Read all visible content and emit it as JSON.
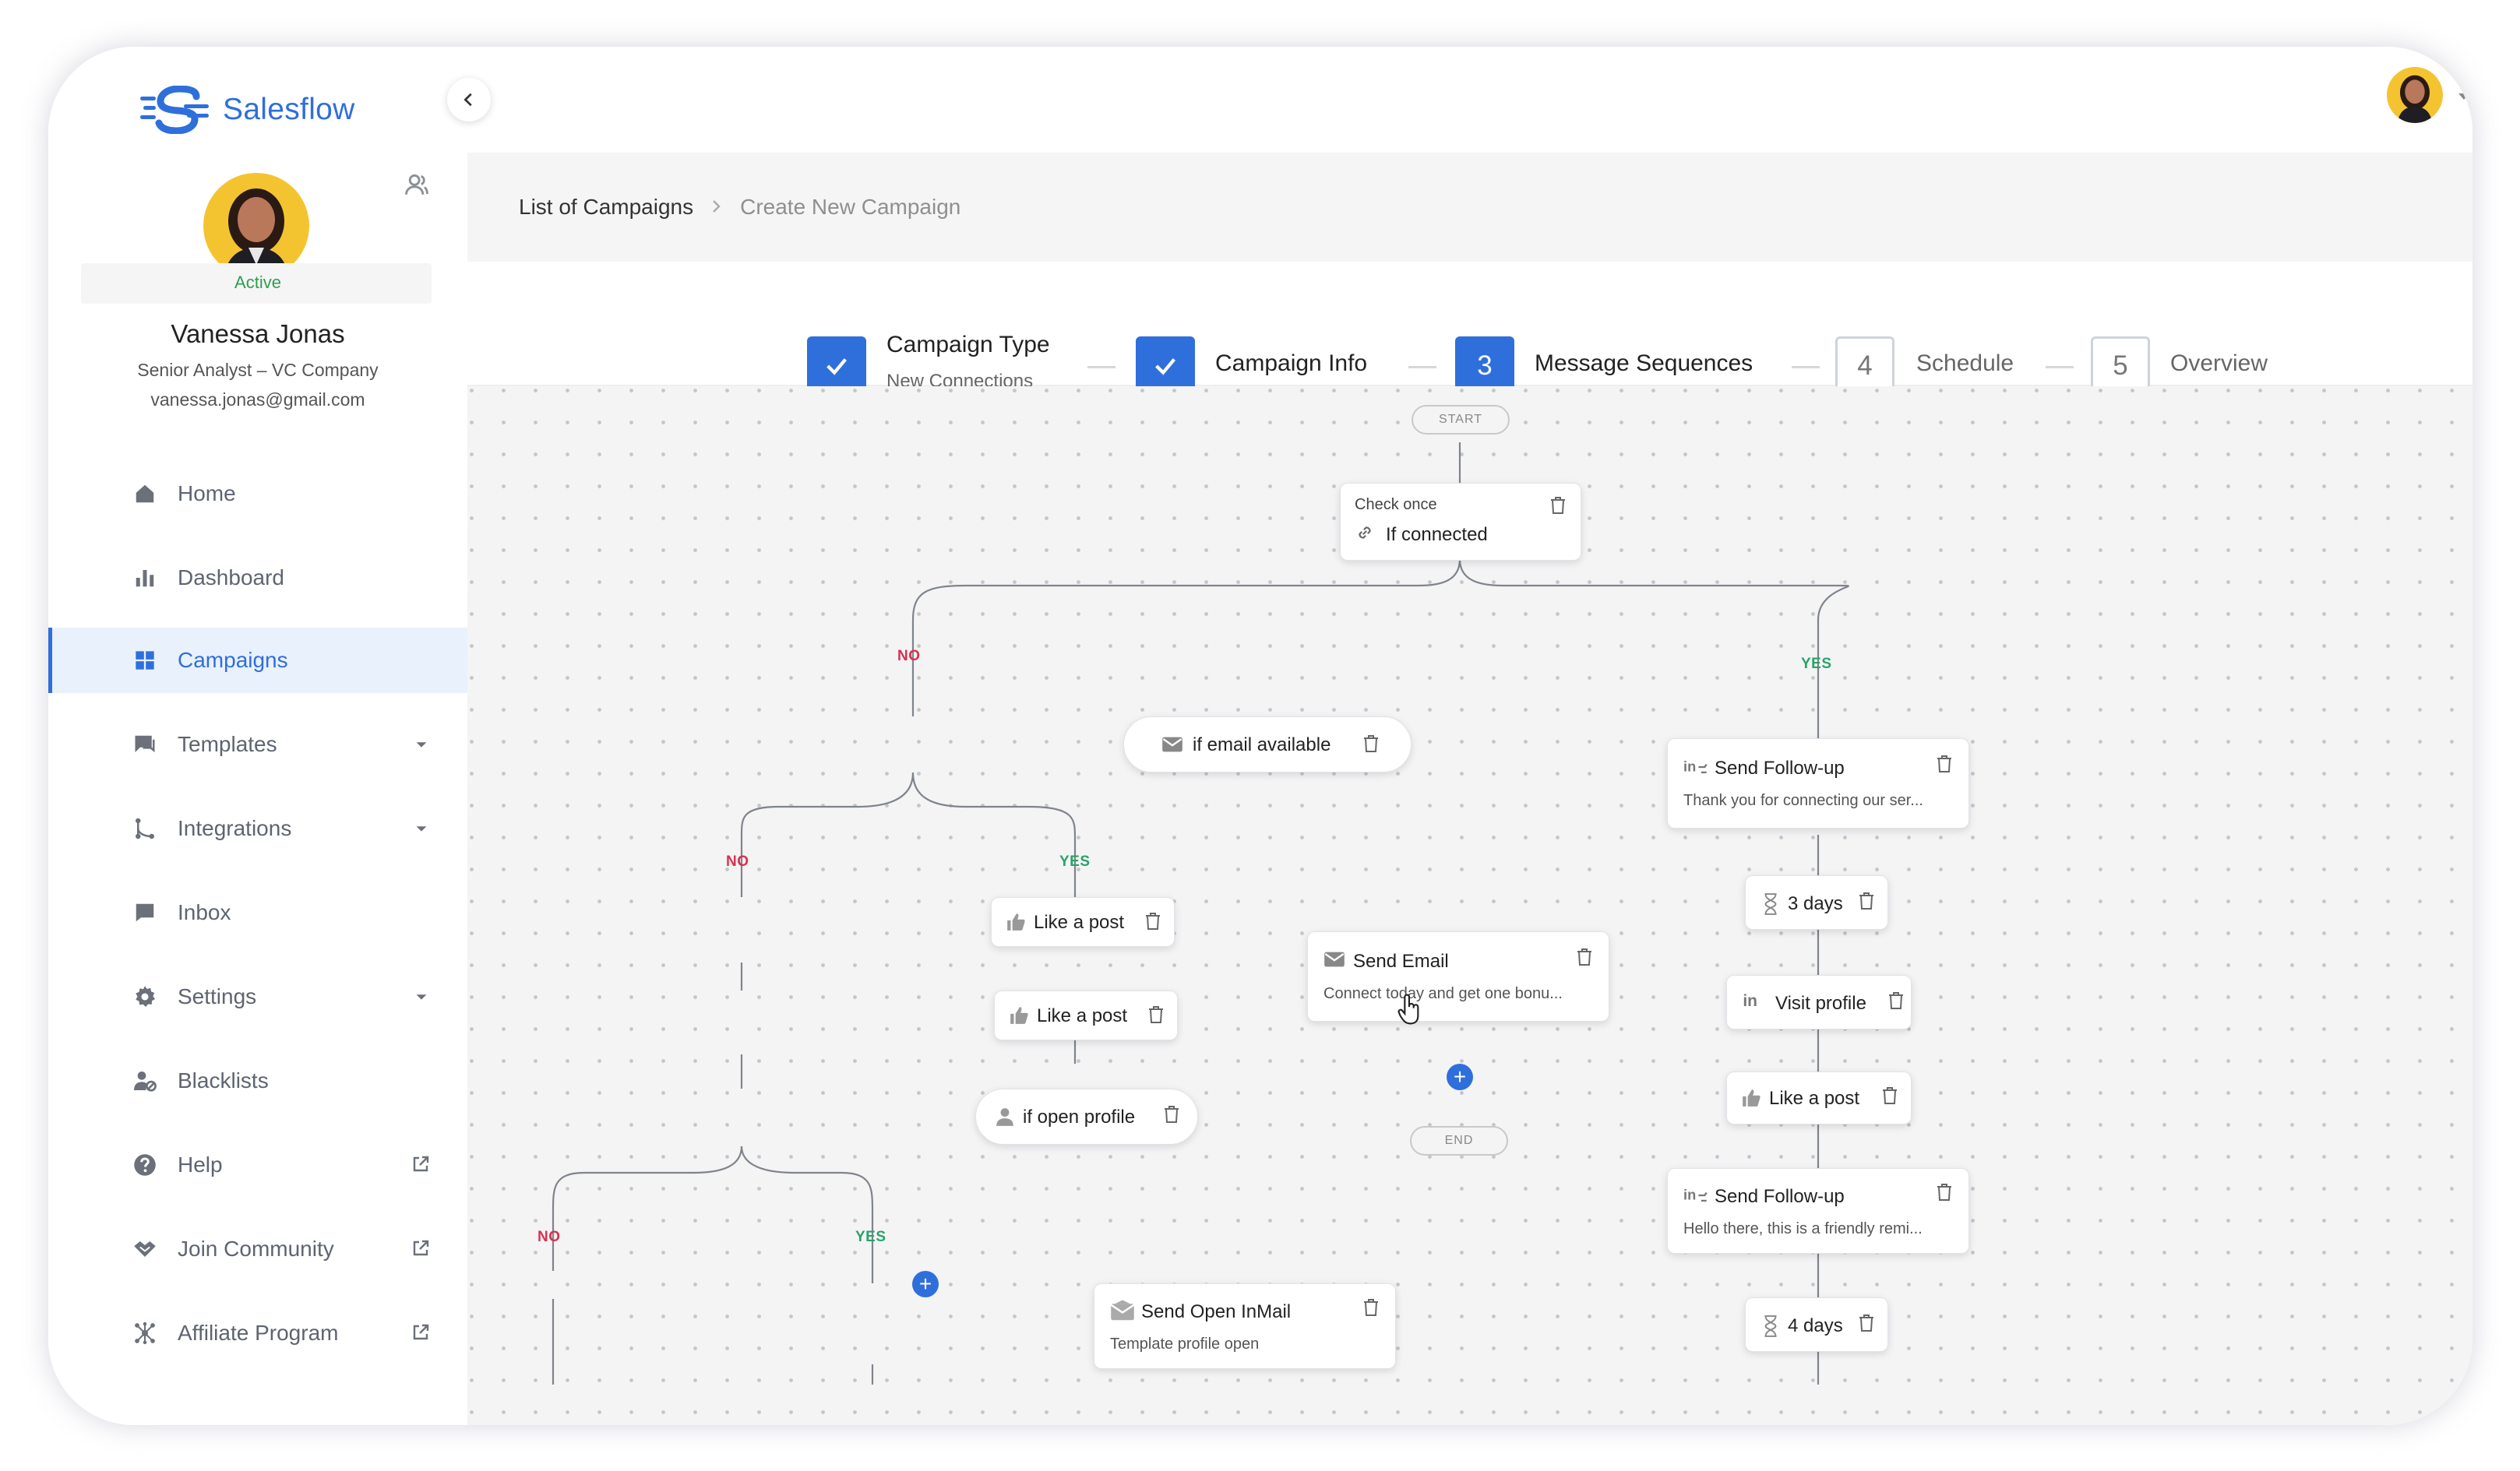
{
  "brand": {
    "name": "Salesflow",
    "accent": "#2f6fdc"
  },
  "profile": {
    "status": "Active",
    "name": "Vanessa Jonas",
    "role": "Senior Analyst – VC Company",
    "email": "vanessa.jonas@gmail.com"
  },
  "nav": [
    {
      "label": "Home",
      "icon": "home-icon"
    },
    {
      "label": "Dashboard",
      "icon": "bar-chart-icon"
    },
    {
      "label": "Campaigns",
      "icon": "grid-icon",
      "active": true
    },
    {
      "label": "Templates",
      "icon": "message-icon",
      "trailing": "chevron-down-icon"
    },
    {
      "label": "Integrations",
      "icon": "integration-icon",
      "trailing": "chevron-down-icon"
    },
    {
      "label": "Inbox",
      "icon": "inbox-icon"
    },
    {
      "label": "Settings",
      "icon": "gear-icon",
      "trailing": "chevron-down-icon"
    },
    {
      "label": "Blacklists",
      "icon": "user-block-icon"
    },
    {
      "label": "Help",
      "icon": "help-icon",
      "trailing": "external-link-icon"
    },
    {
      "label": "Join Community",
      "icon": "community-icon",
      "trailing": "external-link-icon"
    },
    {
      "label": "Affiliate Program",
      "icon": "affiliate-icon",
      "trailing": "external-link-icon"
    }
  ],
  "breadcrumb": {
    "parent": "List of Campaigns",
    "current": "Create New Campaign"
  },
  "steps": [
    {
      "marker": "check",
      "title": "Campaign Type",
      "subtitle": "New Connections",
      "state": "done"
    },
    {
      "marker": "check",
      "title": "Campaign Info",
      "state": "done"
    },
    {
      "marker": "3",
      "title": "Message Sequences",
      "state": "current"
    },
    {
      "marker": "4",
      "title": "Schedule",
      "state": "todo"
    },
    {
      "marker": "5",
      "title": "Overview",
      "state": "todo"
    }
  ],
  "flow": {
    "start": "START",
    "end": "END",
    "check": {
      "label": "Check once",
      "title": "If connected"
    },
    "no": "NO",
    "yes": "YES",
    "email_available": "if email available",
    "like_post": "Like a post",
    "open_profile": "if open profile",
    "send_open_inmail": {
      "title": "Send Open InMail",
      "sub": "Template profile open"
    },
    "send_email": {
      "title": "Send Email",
      "sub": "Connect today and get one bonu..."
    },
    "followup1": {
      "title": "Send Follow-up",
      "sub": "Thank you for connecting our ser..."
    },
    "wait1": "3 days",
    "visit_profile": "Visit profile",
    "followup2": {
      "title": "Send Follow-up",
      "sub": "Hello there, this is a friendly remi..."
    },
    "wait2": "4 days",
    "add": "+"
  }
}
